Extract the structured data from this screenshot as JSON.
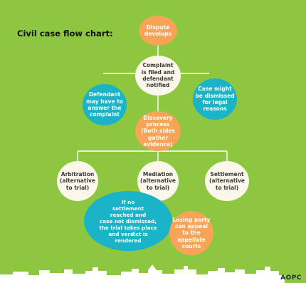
{
  "title": "Civil case flow chart:",
  "nodes": {
    "dispute": "Dispute\ndevelops",
    "complaint": "Complaint\nis filed and\ndefendant\nnotified",
    "defendant": "Defendant\nmay have to\nanswer the\ncomplaint",
    "dismissed": "Case might\nbe dismissed\nfor legal\nreasons",
    "discovery": "Discovery\nprocess\n(Both sides\ngather\nevidence)",
    "arbitration": "Arbitration\n(alternative\nto trial)",
    "mediation": "Mediation\n(alternative\nto trial)",
    "settlement": "Settlement\n(alternative\nto trial)",
    "trial": "If no\nsettlement\nreached and\ncase not dismissed,\nthe trial takes place\nand verdict is\nrendered",
    "appeal": "Losing party\ncan appeal\nto the\nappellate\ncourts"
  },
  "footer": {
    "logo_text": "AOPC"
  },
  "colors": {
    "background": "#8dc63f",
    "orange": "#f7a458",
    "cream": "#fbf7ea",
    "teal": "#1bb3c8",
    "line": "#ffffff",
    "skyline": "#ffffff"
  }
}
